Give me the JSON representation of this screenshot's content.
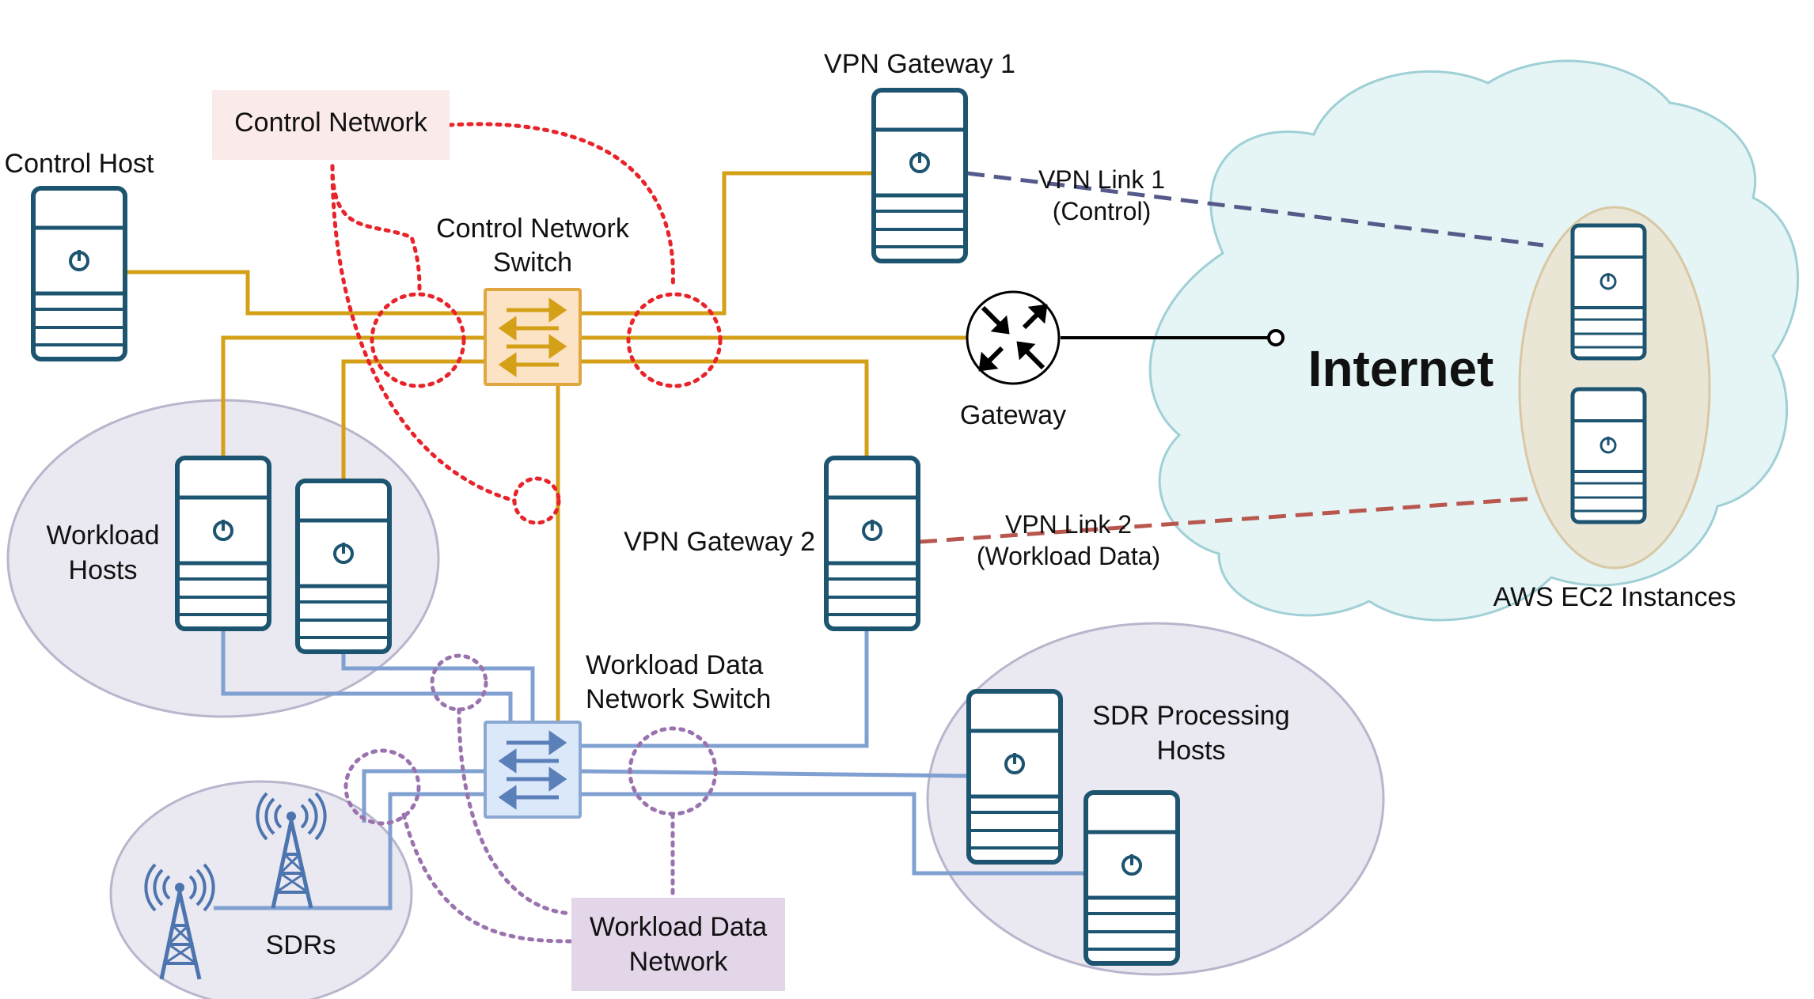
{
  "labels": {
    "control_network": "Control Network",
    "control_host": "Control Host",
    "control_switch_line1": "Control Network",
    "control_switch_line2": "Switch",
    "vpn_gateway_1": "VPN Gateway 1",
    "vpn_link_1_line1": "VPN Link 1",
    "vpn_link_1_line2": "(Control)",
    "gateway": "Gateway",
    "internet": "Internet",
    "workload_hosts_line1": "Workload",
    "workload_hosts_line2": "Hosts",
    "vpn_gateway_2": "VPN Gateway 2",
    "vpn_link_2_line1": "VPN Link 2",
    "vpn_link_2_line2": "(Workload Data)",
    "aws_ec2": "AWS EC2 Instances",
    "workload_switch_line1": "Workload Data",
    "workload_switch_line2": "Network Switch",
    "sdr_processing_line1": "SDR Processing",
    "sdr_processing_line2": "Hosts",
    "sdrs": "SDRs",
    "workload_network_line1": "Workload Data",
    "workload_network_line2": "Network"
  },
  "colors": {
    "control_line": "#D4A017",
    "data_line": "#7FA0D0",
    "control_network_dotted": "#E8232A",
    "workload_network_dotted": "#9A73AE",
    "vpn_link_1": "#555A8A",
    "vpn_link_2": "#B8574E",
    "server_stroke": "#1D5470",
    "cloud_fill": "#E5F4F5",
    "cloud_stroke": "#9FD0D6",
    "group_fill": "#EAE8F1",
    "group_stroke": "#B9B5CC",
    "control_label_bg": "#FBEAEA",
    "workload_label_bg": "#E2D6E8"
  },
  "icons": {
    "server": "server-icon",
    "switch": "network-switch-icon",
    "router": "router-icon",
    "antenna": "radio-tower-icon"
  }
}
